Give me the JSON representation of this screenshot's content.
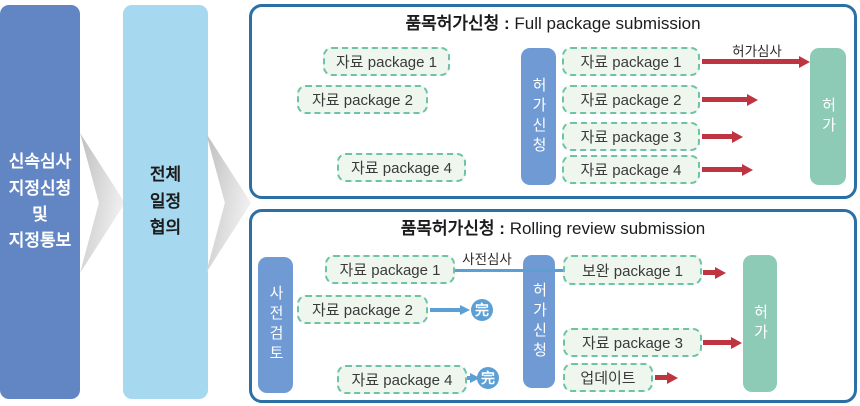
{
  "stages": [
    {
      "label": "신속심사\n지정신청\n및\n지정통보"
    },
    {
      "label": "전체\n일정\n협의"
    }
  ],
  "panel_full": {
    "title_ko": "품목허가신청 : ",
    "title_en": "Full package submission",
    "pending_packages": [
      "자료 package 1",
      "자료 package 2",
      "자료 package 4"
    ],
    "application_label": "허가신청",
    "submitted_packages": [
      "자료 package 1",
      "자료 package 2",
      "자료 package 3",
      "자료 package 4"
    ],
    "review_label": "허가심사",
    "approval_label": "허가"
  },
  "panel_rolling": {
    "title_ko": "품목허가신청 : ",
    "title_en": "Rolling review submission",
    "pre_review_label": "사전검토",
    "pre_packages": [
      "자료 package 1",
      "자료 package 2",
      "자료 package 4"
    ],
    "pre_screening_label": "사전심사",
    "complete_mark": "完",
    "application_label": "허가신청",
    "post_packages": [
      "보완 package 1",
      "자료 package 3",
      "업데이트"
    ],
    "approval_label": "허가"
  },
  "colors": {
    "stage1_bg": "#6285c4",
    "stage2_bg": "#a6d9f0",
    "panel_border": "#2b70a4",
    "bar_blue": "#6f9ad3",
    "approval_teal": "#8ecbb7",
    "package_fill": "#eef6ee",
    "package_border": "#6cc3a6",
    "arrow_red": "#bf3441",
    "arrow_blue": "#5b9fd4"
  }
}
